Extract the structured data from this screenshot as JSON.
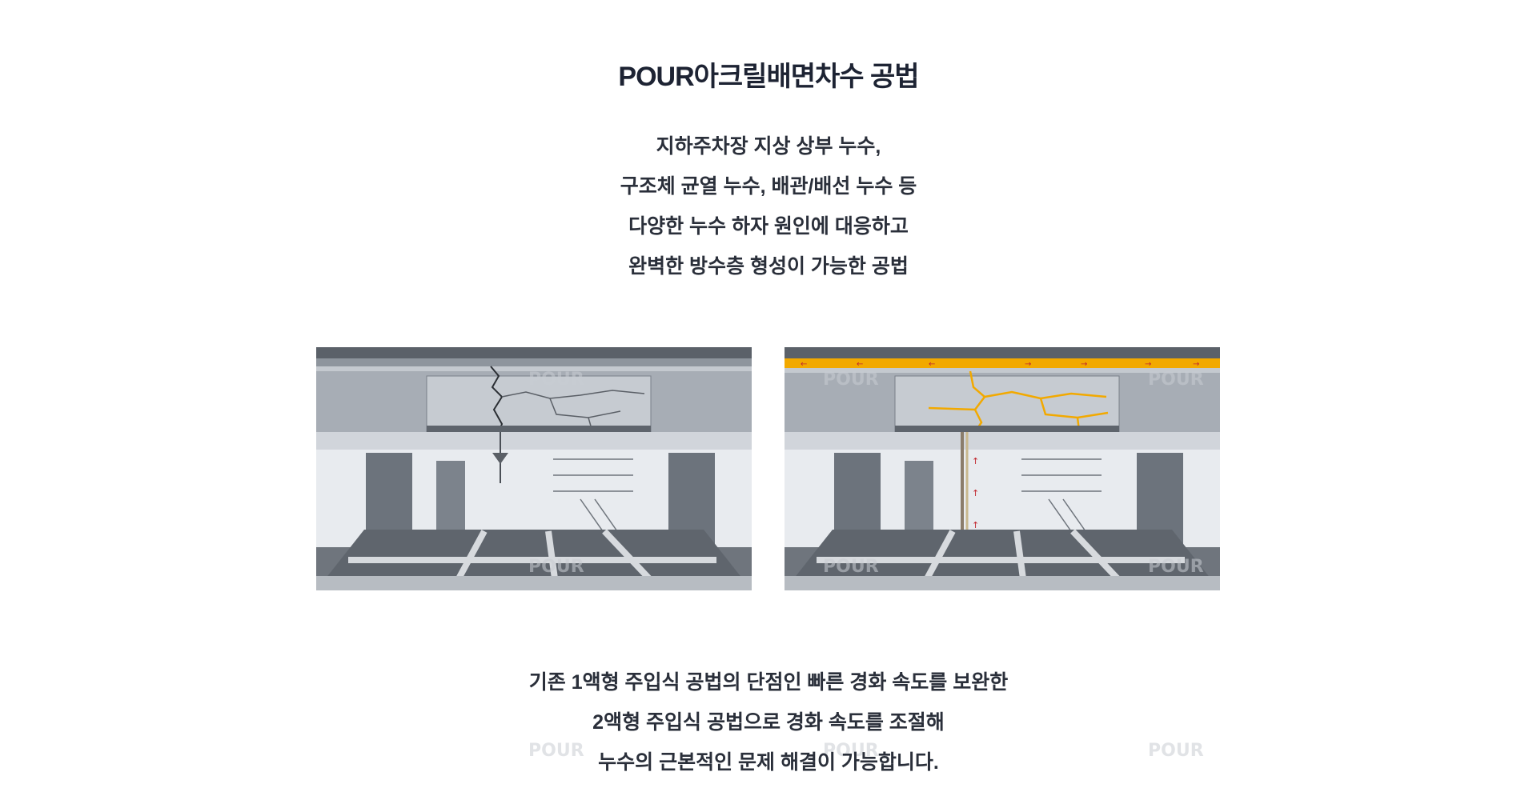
{
  "title": "POUR아크릴배면차수 공법",
  "intro": {
    "lines": [
      "지하주차장 지상 상부 누수,",
      "구조체 균열 누수, 배관/배선 누수 등",
      "다양한 누수 하자 원인에 대응하고",
      "완벽한 방수층 형성이 가능한 공법"
    ]
  },
  "figures": {
    "watermark": "POUR",
    "left": {
      "icon": "cracked-slab-illustration"
    },
    "right": {
      "icon": "injection-repair-illustration",
      "highlight_color": "#f2a900",
      "arrow_color": "#c0262d"
    }
  },
  "outro": {
    "lines": [
      "기존 1액형 주입식 공법의 단점인 빠른 경화 속도를 보완한",
      "2액형 주입식 공법으로 경화 속도를 조절해",
      "누수의 근본적인 문제 해결이 가능합니다."
    ]
  },
  "colors": {
    "text": "#1d2333",
    "concrete": "#9ea5ae",
    "column": "#6c737c"
  }
}
